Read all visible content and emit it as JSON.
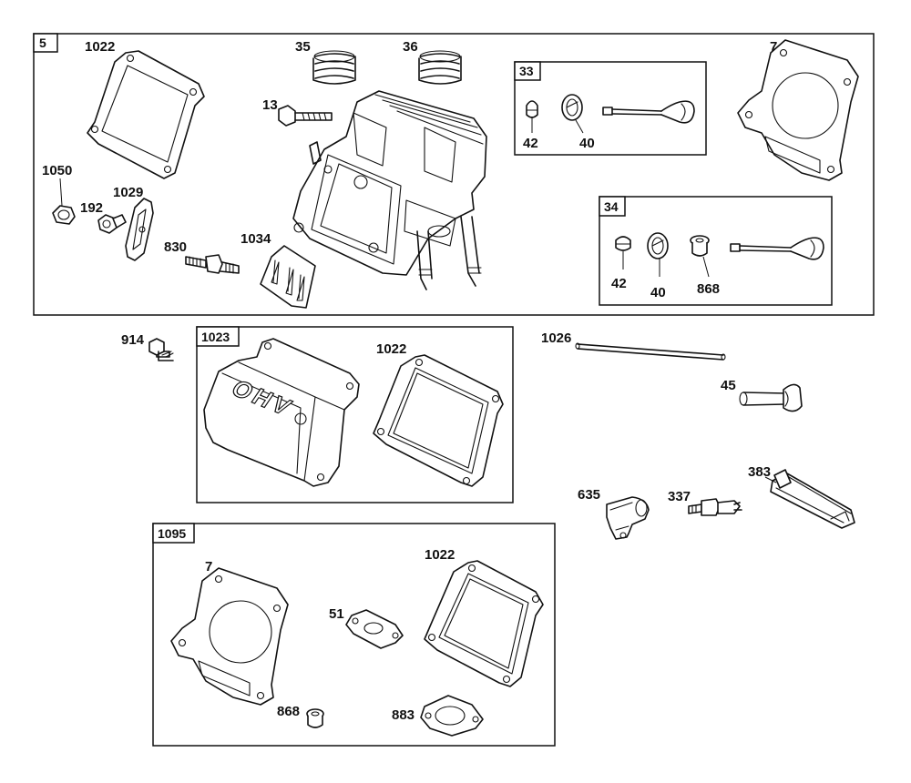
{
  "groups": [
    {
      "id": "5",
      "label": "5"
    },
    {
      "id": "33",
      "label": "33"
    },
    {
      "id": "34",
      "label": "34"
    },
    {
      "id": "1023",
      "label": "1023"
    },
    {
      "id": "1095",
      "label": "1095"
    }
  ],
  "parts": {
    "p1022a": "1022",
    "p35": "35",
    "p36": "36",
    "p7a": "7",
    "p13": "13",
    "p1050": "1050",
    "p192": "192",
    "p1029": "1029",
    "p830": "830",
    "p1034": "1034",
    "p42a": "42",
    "p40a": "40",
    "p42b": "42",
    "p40b": "40",
    "p868a": "868",
    "p914": "914",
    "p1022b": "1022",
    "p1026": "1026",
    "p45": "45",
    "p635": "635",
    "p337": "337",
    "p383": "383",
    "p7b": "7",
    "p51": "51",
    "p1022c": "1022",
    "p868b": "868",
    "p883": "883"
  },
  "cover_text": "OHV"
}
